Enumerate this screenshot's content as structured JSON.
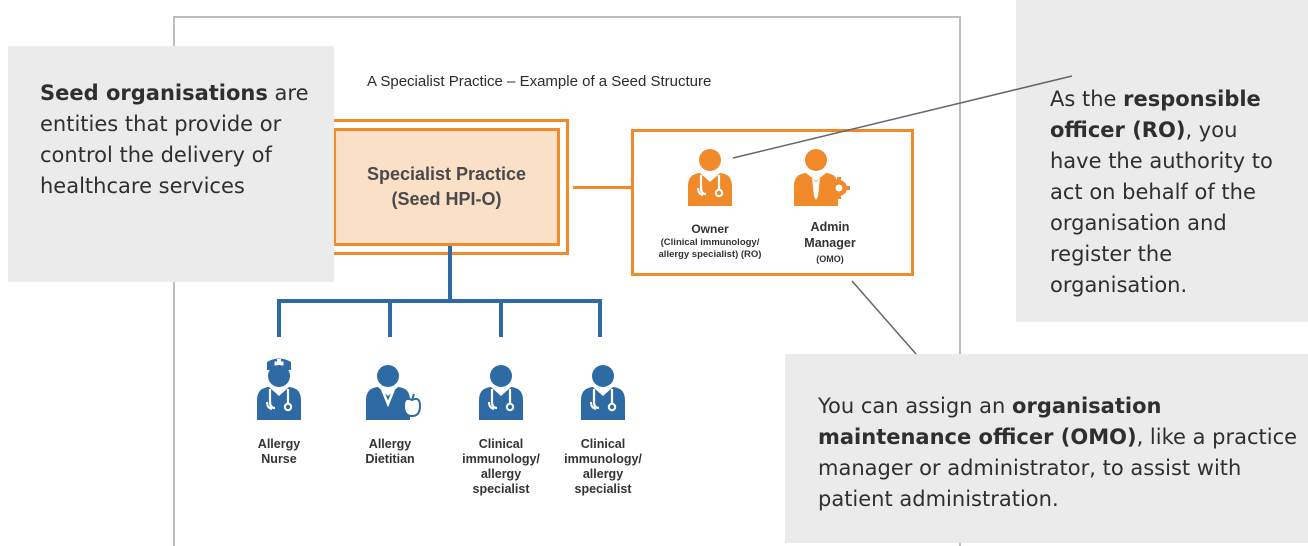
{
  "diagram": {
    "title": "A Specialist Practice – Example of a Seed Structure",
    "seed_box": {
      "line1": "Specialist Practice",
      "line2": "(Seed HPI-O)"
    },
    "owner": {
      "label": "Owner",
      "sub1": "(Clinical immunology/",
      "sub2": "allergy specialist) (RO)"
    },
    "admin": {
      "label1": "Admin",
      "label2": "Manager",
      "sub": "(OMO)"
    },
    "staff": [
      {
        "line1": "Allergy",
        "line2": "Nurse"
      },
      {
        "line1": "Allergy",
        "line2": "Dietitian"
      },
      {
        "line1": "Clinical",
        "line2": "immunology/",
        "line3": "allergy",
        "line4": "specialist"
      },
      {
        "line1": "Clinical",
        "line2": "immunology/",
        "line3": "allergy",
        "line4": "specialist"
      }
    ],
    "colors": {
      "orange": "#f08a2a",
      "blue": "#2e6aa3",
      "callout_bg": "#ebebeb"
    },
    "icons": [
      "doctor-icon",
      "admin-gear-icon",
      "nurse-icon",
      "dietitian-apple-icon",
      "doctor-icon",
      "doctor-icon"
    ]
  },
  "callouts": {
    "seed": {
      "bold": "Seed organisations",
      "rest": " are entities that provide or control the delivery of healthcare services"
    },
    "ro": {
      "pre": "As the ",
      "bold": "responsible officer (RO)",
      "rest": ", you have the authority to act on behalf of the organisation and register the organisation."
    },
    "omo": {
      "pre": "You can assign an ",
      "bold": "organisation maintenance officer (OMO)",
      "rest": ", like a practice manager or administrator, to assist with patient administration."
    }
  }
}
